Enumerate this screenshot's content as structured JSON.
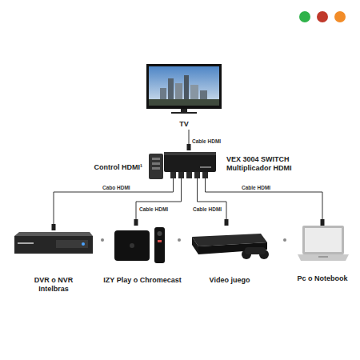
{
  "diagram": {
    "nodes": [
      {
        "text": [
          "TV"
        ]
      },
      {
        "text": [
          "VEX 3004 SWITCH Multiplicador HDMI"
        ]
      },
      {
        "text": [
          "Control HDMI¹"
        ]
      },
      {
        "text": [
          "DVR o NVR Intelbras"
        ]
      },
      {
        "text": [
          "IZY Play o Chromecast"
        ]
      },
      {
        "text": [
          "Video juego"
        ]
      },
      {
        "text": [
          "Pc o Notebook"
        ]
      }
    ],
    "edges": [
      {
        "from": 0,
        "to": 1,
        "arrow": "none",
        "label": "Cable HDMI"
      },
      {
        "from": 1,
        "to": 3,
        "arrow": "none",
        "label": "Cabo HDMI"
      },
      {
        "from": 1,
        "to": 4,
        "arrow": "none",
        "label": "Cable HDMI"
      },
      {
        "from": 1,
        "to": 5,
        "arrow": "none",
        "label": "Cable HDMI"
      },
      {
        "from": 1,
        "to": 6,
        "arrow": "none",
        "label": "Cable HDMI"
      }
    ]
  }
}
